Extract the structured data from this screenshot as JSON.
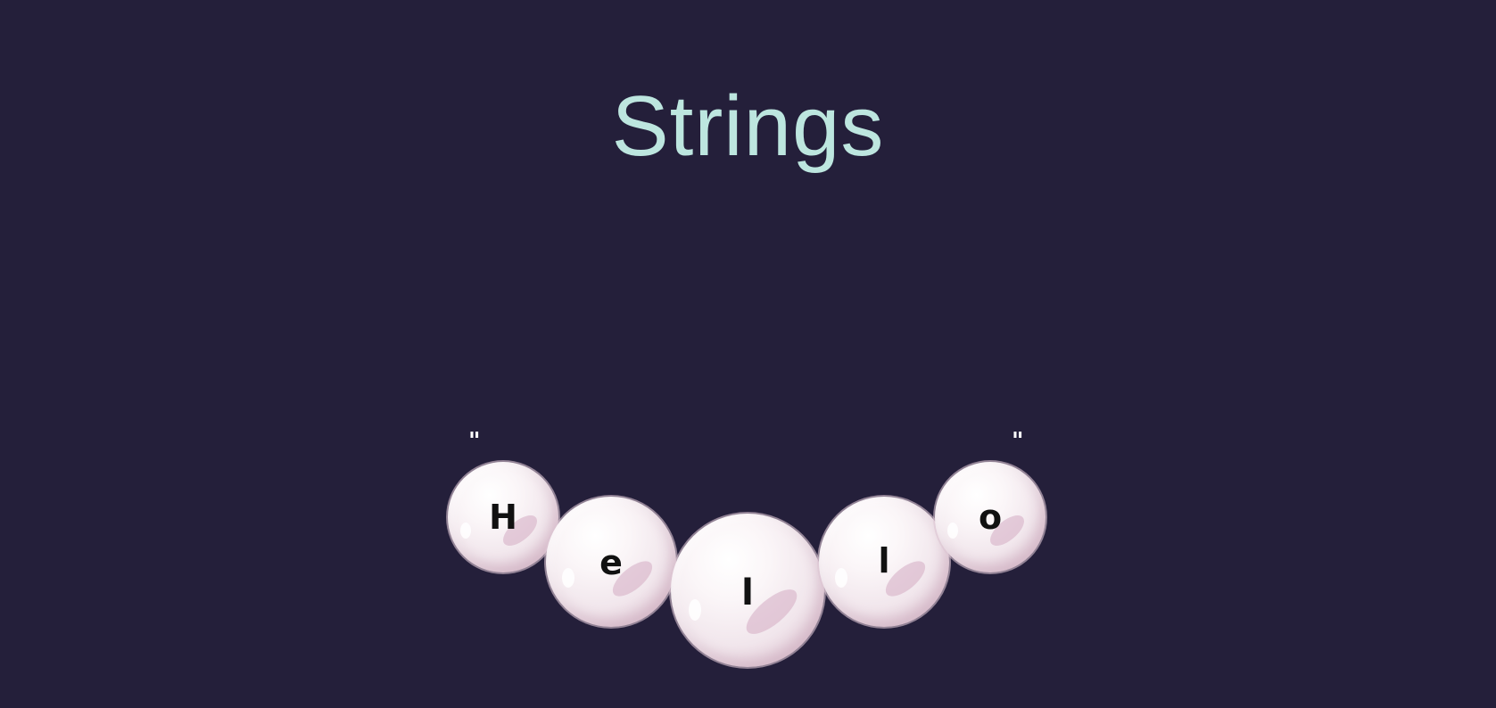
{
  "title": "Strings",
  "quote_open": "\"",
  "quote_close": "\"",
  "pearls": [
    {
      "letter": "H"
    },
    {
      "letter": "e"
    },
    {
      "letter": "l"
    },
    {
      "letter": "l"
    },
    {
      "letter": "o"
    }
  ],
  "colors": {
    "background": "#241f3a",
    "title": "#bde6df",
    "pearl": "#f3e8ee",
    "letter": "#111111"
  }
}
